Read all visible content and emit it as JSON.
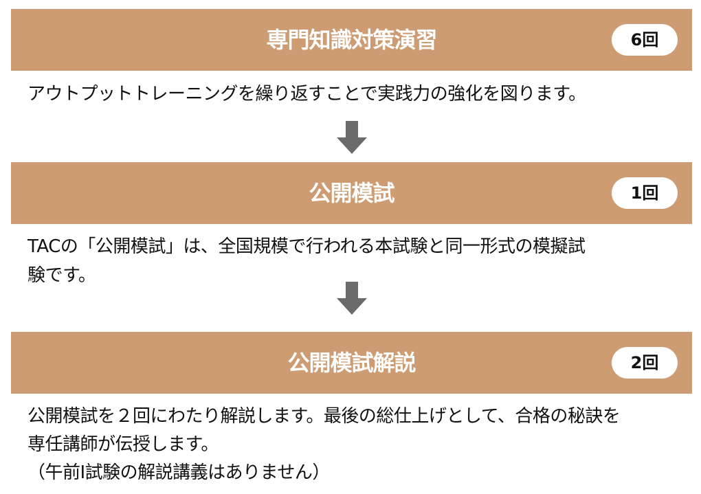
{
  "steps": [
    {
      "title": "専門知識対策演習",
      "count": "6回",
      "description": [
        "アウトプットトレーニングを繰り返すことで実践力の強化を図ります。"
      ]
    },
    {
      "title": "公開模試",
      "count": "1回",
      "description": [
        "TACの「公開模試」は、全国規模で行われる本試験と同一形式の模擬試",
        "験です。"
      ]
    },
    {
      "title": "公開模試解説",
      "count": "2回",
      "description": [
        "公開模試を２回にわたり解説します。最後の総仕上げとして、合格の秘訣を",
        "専任講師が伝授します。",
        "（午前Ⅰ試験の解説講義はありません）"
      ]
    }
  ],
  "colors": {
    "banner": "#CD9C72",
    "arrow": "#6B6B6B"
  }
}
